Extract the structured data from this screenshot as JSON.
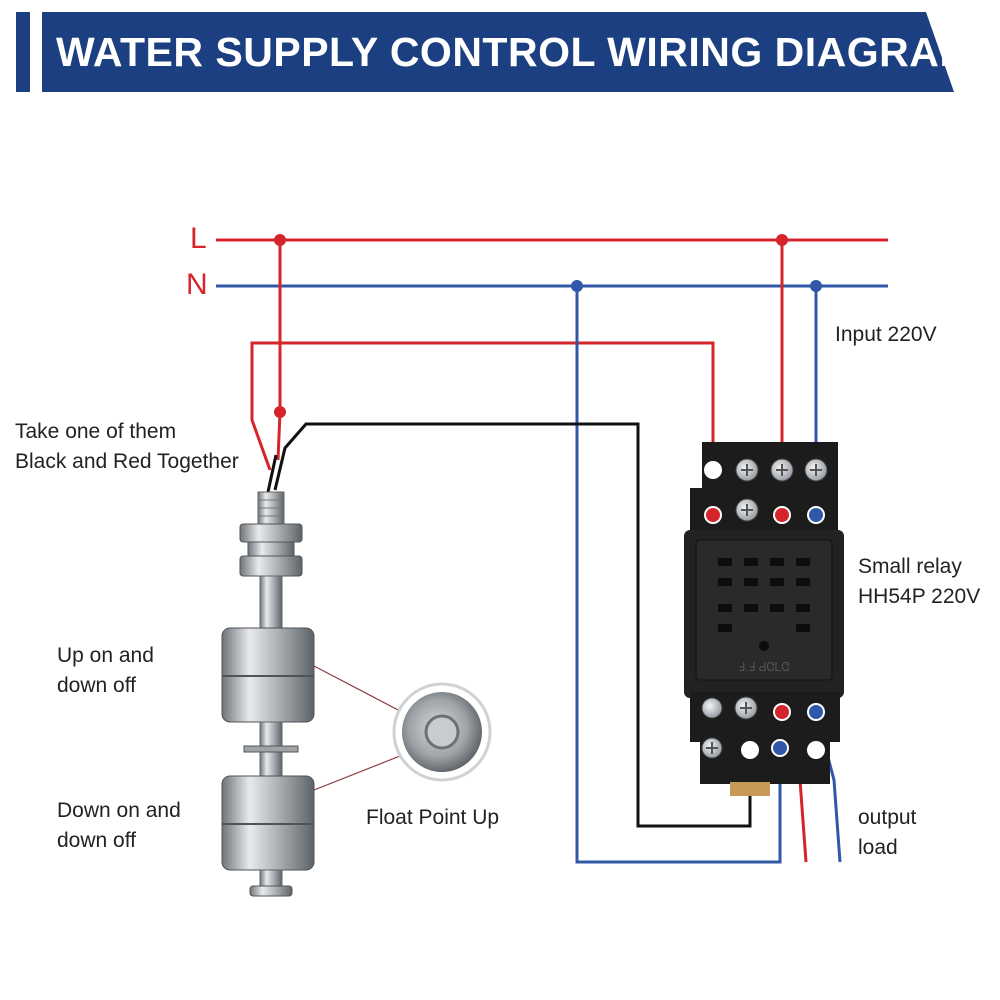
{
  "title": "WATER SUPPLY CONTROL WIRING DIAGRAM",
  "lines": {
    "live": "L",
    "neutral": "N"
  },
  "labels": {
    "input": "Input 220V",
    "float_note_1": "Take one of them",
    "float_note_2": "Black and Red Together",
    "relay_1": "Small relay",
    "relay_2": "HH54P 220V",
    "upper_float_1": "Up on and",
    "upper_float_2": "down off",
    "lower_float_1": "Down on and",
    "lower_float_2": "down off",
    "float_point": "Float Point Up",
    "output_1": "output",
    "output_2": "load"
  },
  "relay_marking": "Ⅎ.Ⅎ ԀᏣᏞᏣ",
  "colors": {
    "banner": "#1b3f80",
    "live_wire": "#d6242b",
    "neutral_wire": "#3057a8",
    "signal_wire": "#111111",
    "relay_body": "#1c1c1c",
    "float_steel": "#b8bcc0"
  }
}
